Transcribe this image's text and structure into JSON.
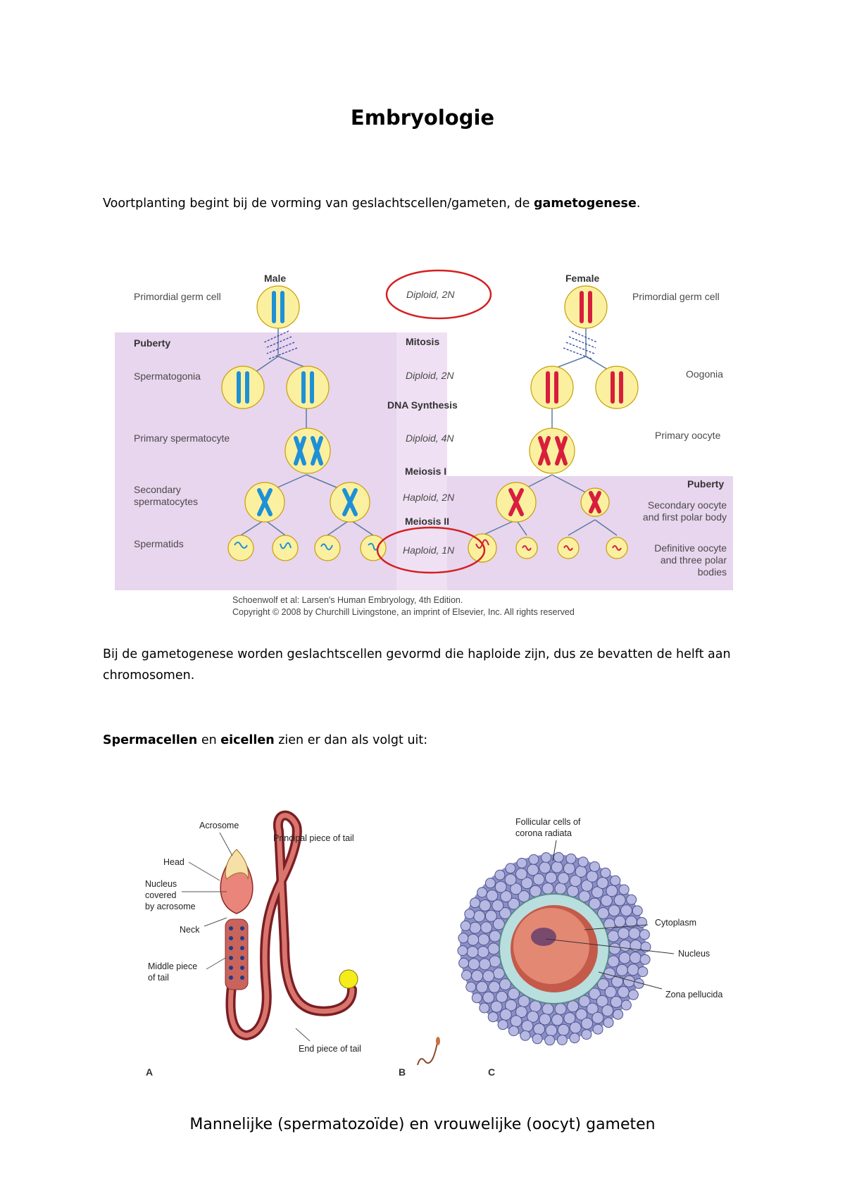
{
  "title": "Embryologie",
  "intro": {
    "text": "Voortplanting begint bij de vorming van geslachtscellen/gameten, de ",
    "bold": "gametogenese",
    "end": "."
  },
  "gametogenesis_figure": {
    "male_header": "Male",
    "female_header": "Female",
    "left_labels": {
      "primordial": "Primordial germ cell",
      "puberty": "Puberty",
      "spermatogonia": "Spermatogonia",
      "primary": "Primary spermatocyte",
      "secondary_1": "Secondary",
      "secondary_2": "spermatocytes",
      "spermatids": "Spermatids"
    },
    "center_labels": {
      "diploid_2n": "Diploid, 2N",
      "mitosis": "Mitosis",
      "diploid_2n_b": "Diploid, 2N",
      "dna_synthesis": "DNA Synthesis",
      "diploid_4n": "Diploid, 4N",
      "meiosis_1": "Meiosis I",
      "haploid_2n": "Haploid, 2N",
      "meiosis_2": "Meiosis II",
      "haploid_1n": "Haploid, 1N"
    },
    "right_labels": {
      "primordial": "Primordial germ cell",
      "oogonia": "Oogonia",
      "primary": "Primary oocyte",
      "puberty": "Puberty",
      "secondary_1": "Secondary oocyte",
      "secondary_2": "and first polar body",
      "definitive_1": "Definitive oocyte",
      "definitive_2": "and three polar",
      "definitive_3": "bodies"
    },
    "credit_1": "Schoenwolf et al: Larsen's Human Embryology, 4th Edition.",
    "credit_2": "Copyright © 2008 by Churchill Livingstone, an imprint of Elsevier, Inc. All rights reserved",
    "colors": {
      "male": "#1e90d6",
      "female": "#d81e3c",
      "cell": "#fbf0a0",
      "band": "#e8d5ee",
      "circle": "#d42020"
    }
  },
  "para2": "Bij de gametogenese worden geslachtscellen gevormd die haploide zijn, dus ze bevatten de helft aan chromosomen.",
  "para3": {
    "b1": "Spermacellen",
    "t1": " en ",
    "b2": "eicellen",
    "t2": " zien er dan als volgt uit:"
  },
  "gametes_figure": {
    "sperm": {
      "acrosome": "Acrosome",
      "head": "Head",
      "nucleus_1": "Nucleus",
      "nucleus_2": "covered",
      "nucleus_3": "by acrosome",
      "neck": "Neck",
      "middle_1": "Middle piece",
      "middle_2": "of tail",
      "principal": "Principal piece of tail",
      "end": "End piece of tail"
    },
    "oocyte": {
      "follicular_1": "Follicular cells of",
      "follicular_2": "corona radiata",
      "cytoplasm": "Cytoplasm",
      "nucleus": "Nucleus",
      "zona": "Zona pellucida"
    },
    "panel_a": "A",
    "panel_b": "B",
    "panel_c": "C"
  },
  "caption": "Mannelijke (spermatozoïde) en vrouwelijke (oocyt) gameten"
}
